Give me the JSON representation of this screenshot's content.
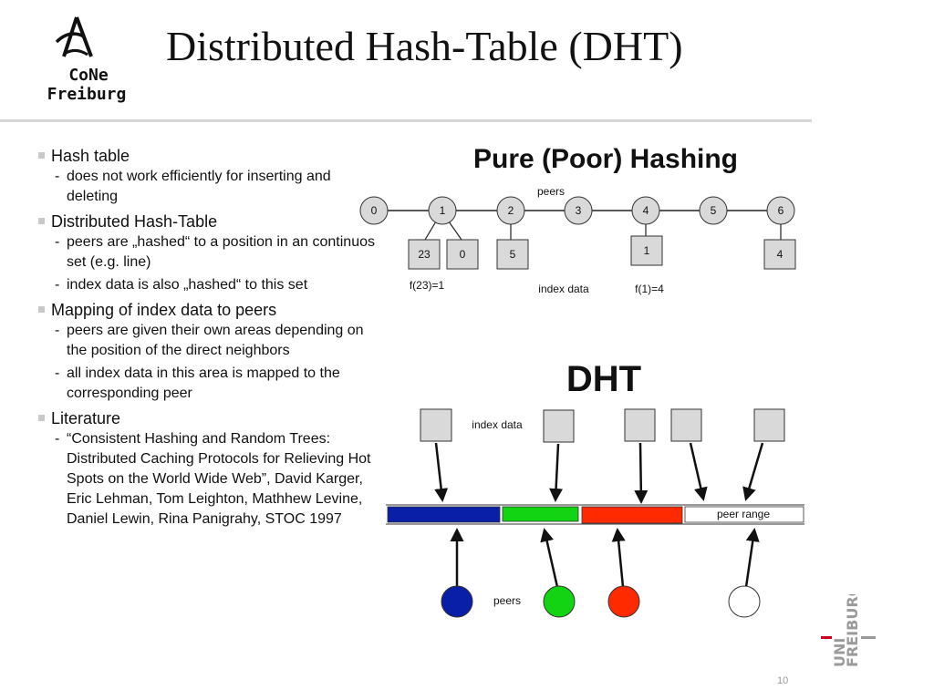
{
  "logo": {
    "line1": "CoNe",
    "line2": "Freiburg"
  },
  "title": "Distributed Hash-Table (DHT)",
  "bullets": [
    {
      "text": "Hash table",
      "subs": [
        "does not work efficiently for inserting and deleting"
      ]
    },
    {
      "text": "Distributed Hash-Table",
      "subs": [
        "peers are „hashed“ to a position in an continuos set (e.g. line)",
        "index data is also „hashed“ to this set"
      ]
    },
    {
      "text": "Mapping of index data to peers",
      "subs": [
        "peers are given their own areas depending on the position of the direct neighbors",
        "all index data in this area is mapped to the corresponding peer"
      ]
    },
    {
      "text": "Literature",
      "subs": [
        "“Consistent Hashing and Random Trees: Distributed Caching Protocols for Relieving Hot Spots on the World Wide Web”, David Karger, Eric Lehman, Tom Leighton, Mathhew Levine, Daniel Lewin, Rina Panigrahy, STOC 1997"
      ]
    }
  ],
  "pure": {
    "heading": "Pure (Poor) Hashing",
    "peers_label": "peers",
    "nodes": [
      "0",
      "1",
      "2",
      "3",
      "4",
      "5",
      "6"
    ],
    "boxes": [
      "23",
      "0",
      "5",
      "1",
      "4"
    ],
    "f23": "f(23)=1",
    "index_label": "index data",
    "f1": "f(1)=4"
  },
  "dht": {
    "heading": "DHT",
    "index_label": "index data",
    "peer_range_label": "peer range",
    "peers_label": "peers",
    "colors": {
      "blue": "#0a1fa8",
      "green": "#12d412",
      "red": "#ff2a00",
      "white": "#ffffff"
    }
  },
  "uni_logo": {
    "line1": "UNI",
    "line2": "FREIBURG"
  },
  "page_number": "10"
}
